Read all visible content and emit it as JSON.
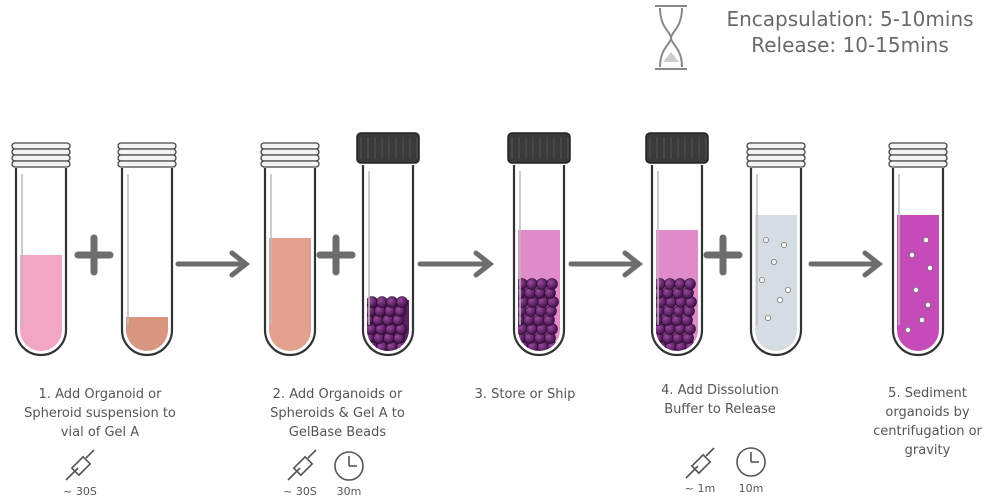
{
  "timing": {
    "encapsulation": "Encapsulation: 5-10mins",
    "release": "Release: 10-15mins"
  },
  "steps": [
    {
      "label": "1. Add Organoid or Spheroid suspension to vial of Gel A",
      "times": [
        "~ 30S"
      ]
    },
    {
      "label": "2. Add Organoids or Spheroids & Gel A to GelBase Beads",
      "times": [
        "~ 30S",
        "30m"
      ]
    },
    {
      "label": "3.  Store or Ship",
      "times": []
    },
    {
      "label": "4. Add Dissolution Buffer to Release",
      "times": [
        "~ 1m",
        "10m"
      ]
    },
    {
      "label": "5. Sediment organoids by centrifugation or gravity",
      "times": []
    }
  ],
  "icons": [
    "hourglass-icon",
    "pipette-icon",
    "clock-icon",
    "plus-icon",
    "arrow-right-icon"
  ],
  "colors": {
    "pink_liquid": "#f2a6c4",
    "peach_gel": "#d89680",
    "purple_beads": "#5a1f5e",
    "magenta_sediment": "#c44bb8",
    "grey_buffer": "#d6dde2",
    "cap_dark": "#3a3a3a"
  }
}
